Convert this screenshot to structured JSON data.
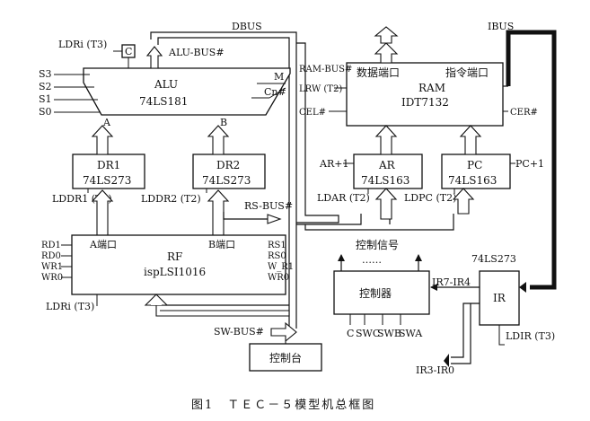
{
  "buses": {
    "dbus": "DBUS",
    "ibus": "IBUS"
  },
  "alu": {
    "name": "ALU",
    "chip": "74LS181",
    "port_a": "A",
    "port_b": "B",
    "s3": "S3",
    "s2": "S2",
    "s1": "S1",
    "s0": "S0",
    "m": "M",
    "cn": "Cn#",
    "ldri_t3": "LDRi (T3)",
    "c_flag": "C",
    "alu_bus": "ALU-BUS#"
  },
  "dr1": {
    "name": "DR1",
    "chip": "74LS273",
    "ctrl": "LDDR1 (T2)"
  },
  "dr2": {
    "name": "DR2",
    "chip": "74LS273",
    "ctrl": "LDDR2 (T2)"
  },
  "rf": {
    "name": "RF",
    "chip": "ispLSI1016",
    "port_a": "A端口",
    "port_b": "B端口",
    "rd1": "RD1",
    "rd0": "RD0",
    "wr1": "WR1",
    "wr0": "WR0",
    "rs1": "RS1",
    "rs0": "RS0",
    "w_r1": "W_R1",
    "w_r0": "WR0",
    "ldri_t3": "LDRi (T3)",
    "rs_bus": "RS-BUS#"
  },
  "ram": {
    "name": "RAM",
    "chip": "IDT7132",
    "data_port": "数据端口",
    "instr_port": "指令端口",
    "ram_bus": "RAM-BUS#",
    "lrw": "LRW (T2)",
    "cel": "CEL#",
    "cer": "CER#"
  },
  "ar": {
    "name": "AR",
    "chip": "74LS163",
    "inc": "AR+1",
    "ctrl": "LDAR (T2)"
  },
  "pc": {
    "name": "PC",
    "chip": "74LS163",
    "inc": "PC+1",
    "ctrl": "LDPC (T2)"
  },
  "controller": {
    "name": "控制器",
    "signals": "控制信号",
    "dots": "……",
    "inputs": [
      "C",
      "SWC",
      "SWB",
      "SWA"
    ],
    "ir_in": "IR7-IR4",
    "ir_out": "IR3-IR0"
  },
  "ir": {
    "name": "IR",
    "chip": "74LS273",
    "ctrl": "LDIR (T3)"
  },
  "console": {
    "name": "控制台",
    "sw_bus": "SW-BUS#"
  },
  "caption": "图1　ＴＥＣ－５模型机总框图"
}
